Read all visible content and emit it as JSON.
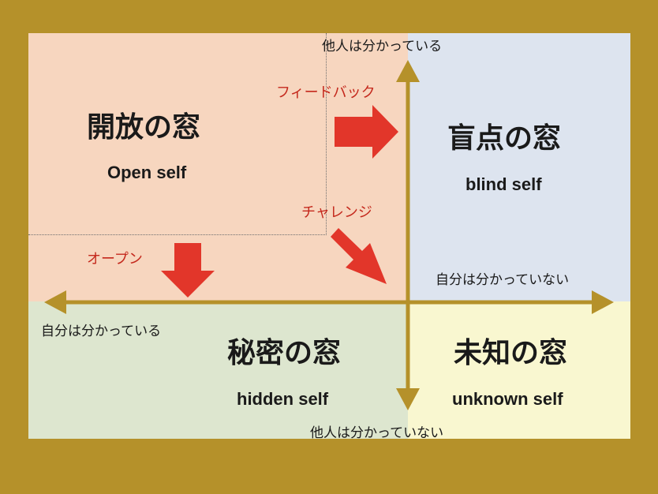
{
  "quadrants": {
    "open": {
      "title": "開放の窓",
      "subtitle": "Open self"
    },
    "blind": {
      "title": "盲点の窓",
      "subtitle": "blind self"
    },
    "hidden": {
      "title": "秘密の窓",
      "subtitle": "hidden self"
    },
    "unknown": {
      "title": "未知の窓",
      "subtitle": "unknown self"
    }
  },
  "axes": {
    "top": "他人は分かっている",
    "bottom": "他人は分かっていない",
    "left": "自分は分かっている",
    "right": "自分は分かっていない"
  },
  "actions": {
    "feedback": "フィードバック",
    "challenge": "チャレンジ",
    "open": "オープン"
  },
  "colors": {
    "frame": "#b5912a",
    "open": "#f7d6bf",
    "blind": "#dde4ef",
    "hidden": "#dde6cf",
    "unknown": "#f9f7d0",
    "axis": "#b5912a",
    "arrow": "#e2362a",
    "action_text": "#c4281c"
  }
}
